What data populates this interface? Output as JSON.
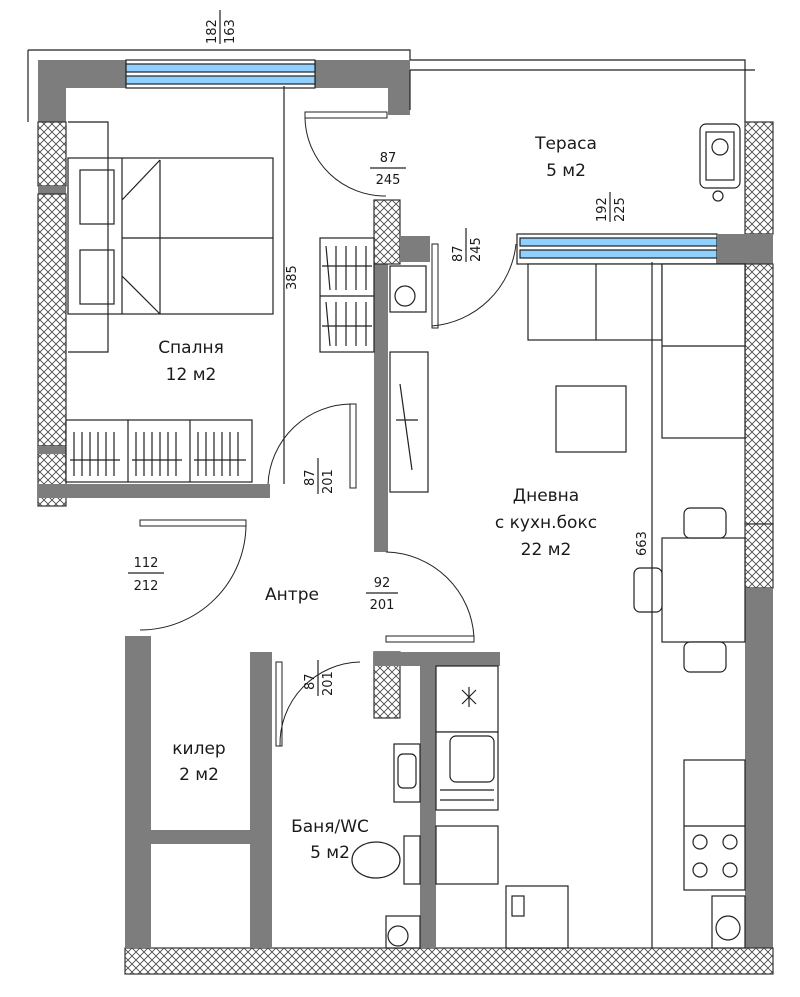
{
  "rooms": {
    "terrace": {
      "name": "Тераса",
      "area": "5 м2"
    },
    "bedroom": {
      "name": "Спалня",
      "area": "12 м2"
    },
    "living": {
      "name": "Дневна",
      "sub": "с кухн.бокс",
      "area": "22 м2"
    },
    "hall": {
      "name": "Антре"
    },
    "storage": {
      "name": "килер",
      "area": "2 м2"
    },
    "bath": {
      "name": "Баня/WC",
      "area": "5 м2"
    }
  },
  "dimensions": {
    "top_window": {
      "a": "182",
      "b": "163"
    },
    "terrace_door": {
      "a": "87",
      "b": "245"
    },
    "terrace_door_side": {
      "a": "87",
      "b": "245"
    },
    "living_window": {
      "a": "192",
      "b": "225"
    },
    "bedroom_height": "385",
    "bedroom_door": {
      "a": "87",
      "b": "201"
    },
    "entrance_door": {
      "a": "112",
      "b": "212"
    },
    "hall_door": {
      "a": "92",
      "b": "201"
    },
    "bath_door": {
      "a": "87",
      "b": "201"
    },
    "living_height": "663"
  },
  "colors": {
    "wall": "#7d7d7d",
    "window": "#8fd0ff",
    "line": "#222222"
  }
}
